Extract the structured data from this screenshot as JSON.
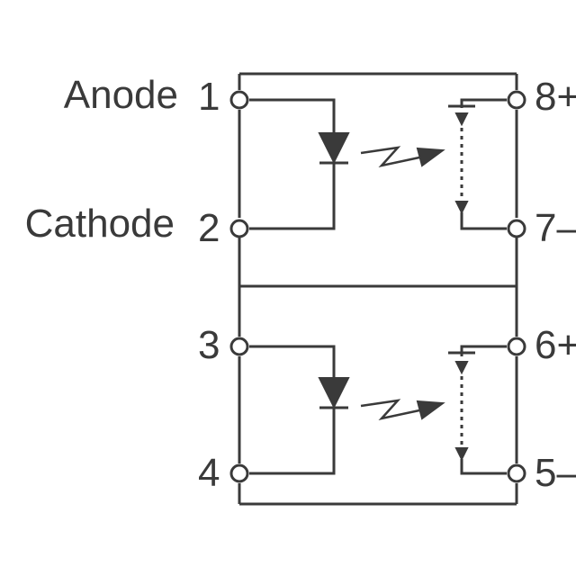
{
  "labels": {
    "anode": "Anode",
    "cathode": "Cathode"
  },
  "pins": {
    "p1": "1",
    "p2": "2",
    "p3": "3",
    "p4": "4",
    "p5": "5–",
    "p6": "6+",
    "p7": "7–",
    "p8": "8+"
  },
  "colors": {
    "line": "#3a3a3a",
    "background": "#ffffff"
  }
}
